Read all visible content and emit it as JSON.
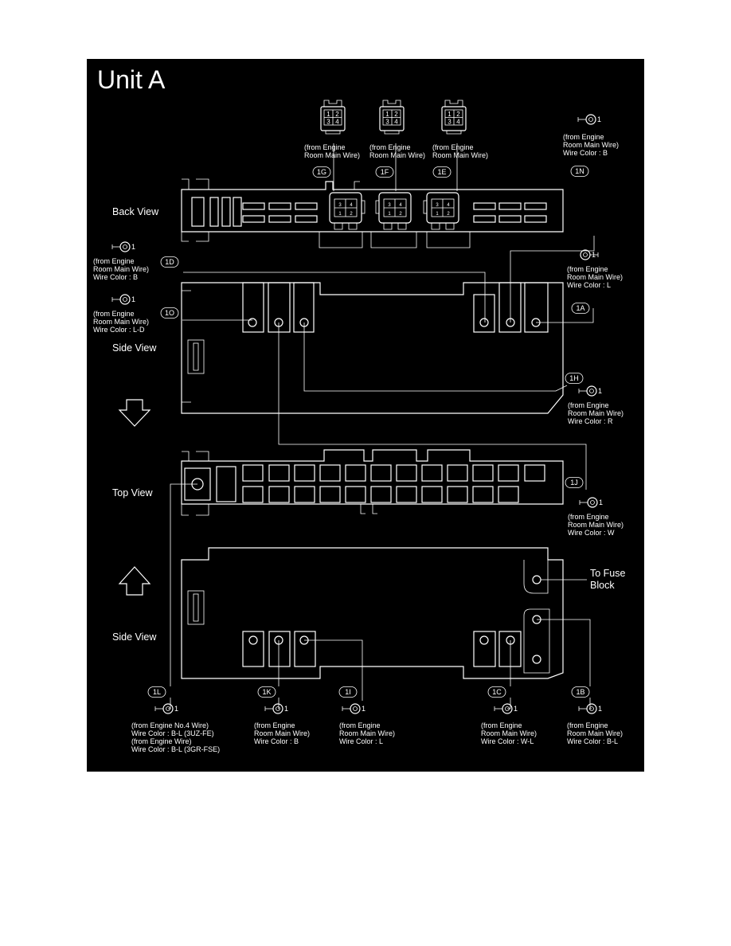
{
  "title": "Unit A",
  "views": {
    "back": "Back View",
    "side_top": "Side View",
    "top": "Top View",
    "side_bottom": "Side View"
  },
  "fuse_label": [
    "To Fuse",
    "Block"
  ],
  "terminal_number": "1",
  "connectors": [
    {
      "id": "1G",
      "pins": [
        "1",
        "2",
        "3",
        "4"
      ],
      "notes": [
        "(from Engine",
        "Room Main Wire)"
      ]
    },
    {
      "id": "1F",
      "pins": [
        "1",
        "2",
        "3",
        "4"
      ],
      "notes": [
        "(from Engine",
        "Room Main Wire)"
      ]
    },
    {
      "id": "1E",
      "pins": [
        "1",
        "2",
        "3",
        "4"
      ],
      "notes": [
        "(from Engine",
        "Room Main Wire)"
      ]
    }
  ],
  "terminals": [
    {
      "id": "1N",
      "notes": [
        "(from Engine",
        "Room Main Wire)",
        "Wire Color : B"
      ]
    },
    {
      "id": "1D",
      "notes": [
        "(from Engine",
        "Room Main Wire)",
        "Wire Color : B"
      ]
    },
    {
      "id": "1A",
      "notes": [
        "(from Engine",
        "Room Main Wire)",
        "Wire Color : L"
      ]
    },
    {
      "id": "1O",
      "notes": [
        "(from Engine",
        "Room Main Wire)",
        "Wire Color : L-D"
      ]
    },
    {
      "id": "1H",
      "notes": [
        "(from Engine",
        "Room Main Wire)",
        "Wire Color : R"
      ]
    },
    {
      "id": "1J",
      "notes": [
        "(from Engine",
        "Room Main Wire)",
        "Wire Color : W"
      ]
    },
    {
      "id": "1L",
      "notes": [
        "(from Engine No.4 Wire)",
        "Wire Color : B-L (3UZ-FE)",
        "(from Engine Wire)",
        "Wire Color : B-L (3GR-FSE)"
      ]
    },
    {
      "id": "1K",
      "notes": [
        "(from Engine",
        "Room Main Wire)",
        "Wire Color : B"
      ]
    },
    {
      "id": "1I",
      "notes": [
        "(from Engine",
        "Room Main Wire)",
        "Wire Color : L"
      ]
    },
    {
      "id": "1C",
      "notes": [
        "(from Engine",
        "Room Main Wire)",
        "Wire Color : W-L"
      ]
    },
    {
      "id": "1B",
      "notes": [
        "(from Engine",
        "Room Main Wire)",
        "Wire Color : B-L"
      ]
    }
  ]
}
